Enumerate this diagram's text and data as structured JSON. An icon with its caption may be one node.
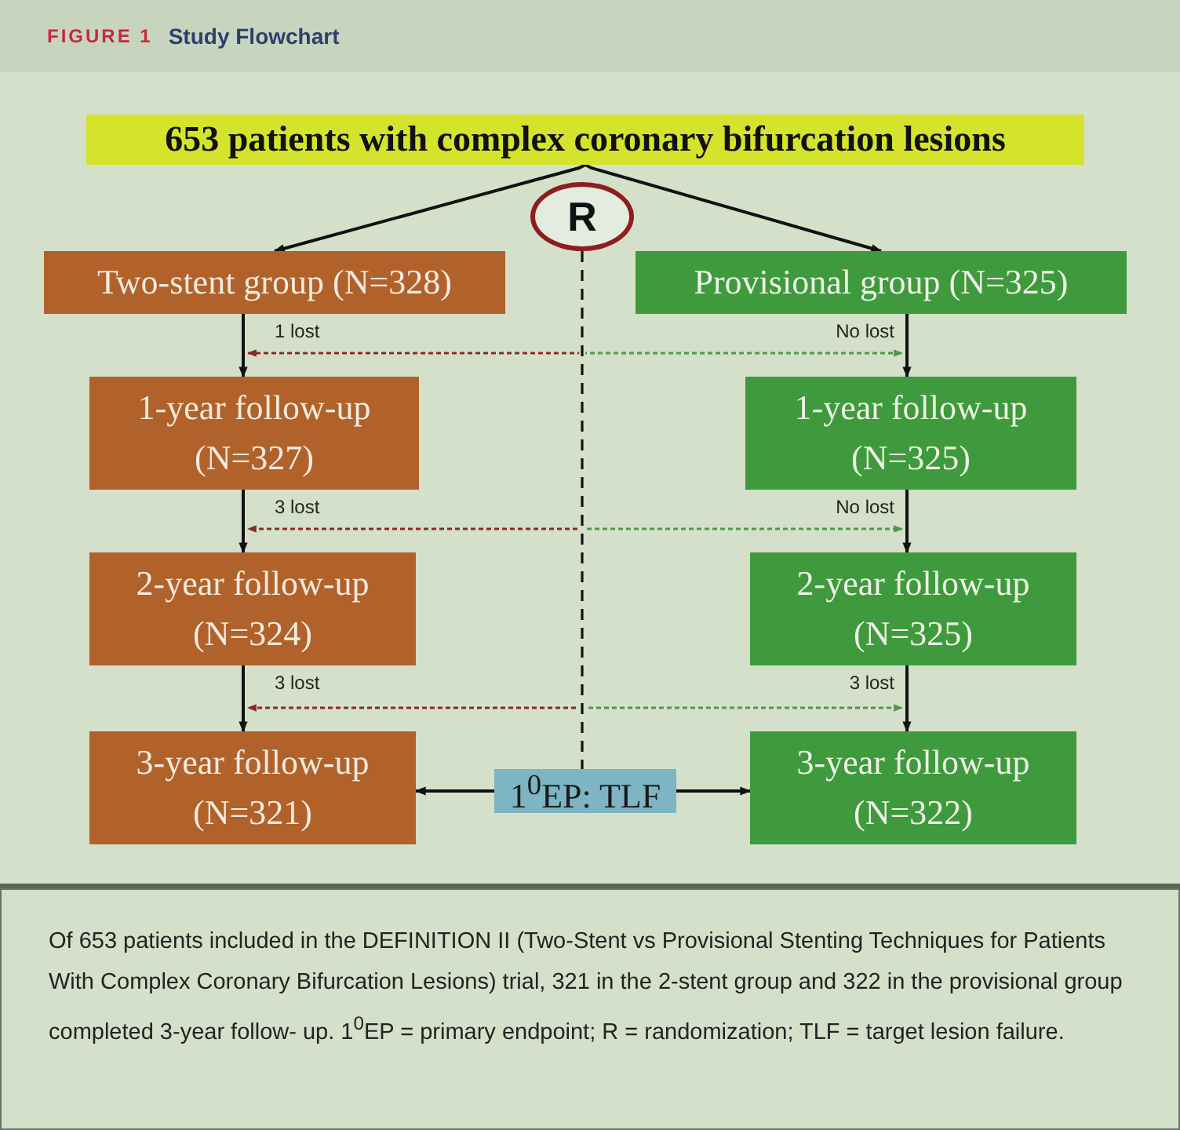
{
  "diagram": {
    "title": "Study Flowchart",
    "caption": "Of 653 patients included in the DEFINITION II (Two-Stent vs Provisional Stenting Techniques for Patients With Complex Coronary Bifurcation Lesions) trial, 321 in the 2-stent group and 322 in the provisional group completed 3-year follow- up. 1$^{0}$EP = primary endpoint; R = randomization; TLF = target lesion failure.",
    "labels": [
      "FIGURE 1"
    ],
    "nodes": [
      {
        "text": [
          "653 patients with complex coronary bifurcation lesions"
        ]
      },
      {
        "text": [
          "R"
        ]
      },
      {
        "text": [
          "Two-stent group (N=328)"
        ]
      },
      {
        "text": [
          "Provisional group (N=325)"
        ]
      },
      {
        "text": [
          "1-year follow-up (N=327)"
        ]
      },
      {
        "text": [
          "1-year follow-up (N=325)"
        ]
      },
      {
        "text": [
          "2-year follow-up (N=324)"
        ]
      },
      {
        "text": [
          "2-year follow-up (N=325)"
        ]
      },
      {
        "text": [
          "3-year follow-up (N=321)"
        ]
      },
      {
        "text": [
          "3-year follow-up (N=322)"
        ]
      },
      {
        "text": [
          "1$^{0}$EP: TLF"
        ]
      }
    ],
    "edges": [
      {
        "from": 0,
        "to": 2,
        "arrow": "to"
      },
      {
        "from": 0,
        "to": 3,
        "arrow": "to"
      },
      {
        "from": 1,
        "to": 10,
        "arrow": "none",
        "style": "dashed"
      },
      {
        "from": 2,
        "to": 4,
        "arrow": "to",
        "label": "1 lost"
      },
      {
        "from": 3,
        "to": 5,
        "arrow": "to",
        "label": "No lost"
      },
      {
        "from": 4,
        "to": 6,
        "arrow": "to",
        "label": "3 lost"
      },
      {
        "from": 5,
        "to": 7,
        "arrow": "to",
        "label": "No lost"
      },
      {
        "from": 6,
        "to": 8,
        "arrow": "to",
        "label": "3 lost"
      },
      {
        "from": 7,
        "to": 9,
        "arrow": "to",
        "label": "3 lost"
      },
      {
        "from": 10,
        "to": 8,
        "arrow": "to"
      },
      {
        "from": 10,
        "to": 9,
        "arrow": "to"
      },
      {
        "from": 1,
        "to": 4,
        "arrow": "to",
        "style": "dashed",
        "color": "#8a2a22"
      },
      {
        "from": 1,
        "to": 5,
        "arrow": "to",
        "style": "dashed",
        "color": "#4c9a47"
      },
      {
        "from": 1,
        "to": 6,
        "arrow": "to",
        "style": "dashed",
        "color": "#8a2a22"
      },
      {
        "from": 1,
        "to": 7,
        "arrow": "to",
        "style": "dashed",
        "color": "#4c9a47"
      },
      {
        "from": 1,
        "to": 8,
        "arrow": "to",
        "style": "dashed",
        "color": "#8a2a22"
      },
      {
        "from": 1,
        "to": 9,
        "arrow": "to",
        "style": "dashed",
        "color": "#4c9a47"
      }
    ]
  }
}
